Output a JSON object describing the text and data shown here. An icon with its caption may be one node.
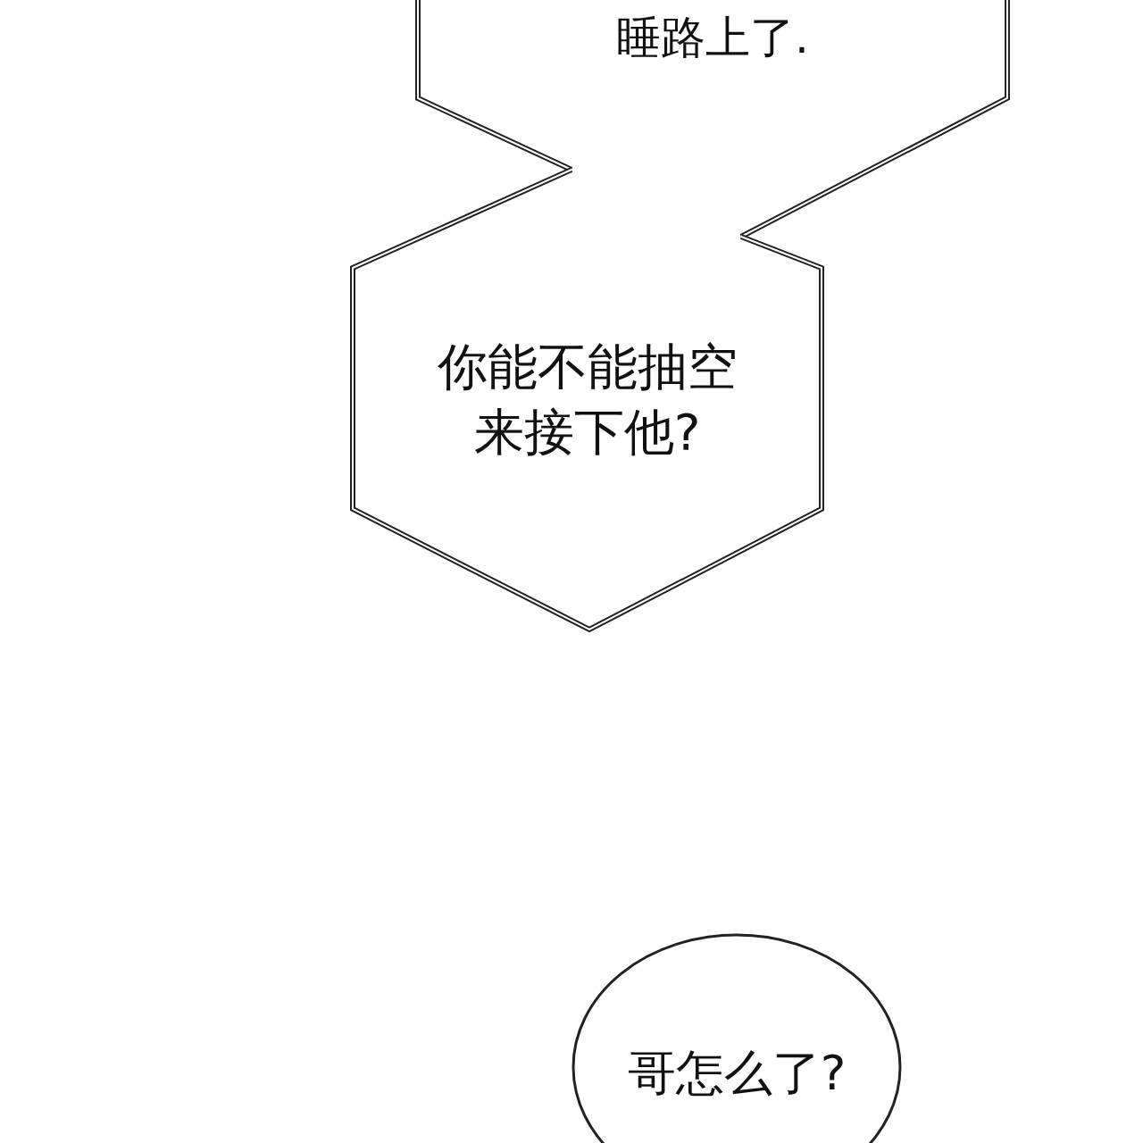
{
  "diagram": {
    "nodes": [
      {
        "text": [
          "睡路上了."
        ]
      },
      {
        "text": [
          "你能不能抽空来接下他?"
        ]
      },
      {
        "text": [
          "哥怎么了?"
        ]
      }
    ]
  }
}
